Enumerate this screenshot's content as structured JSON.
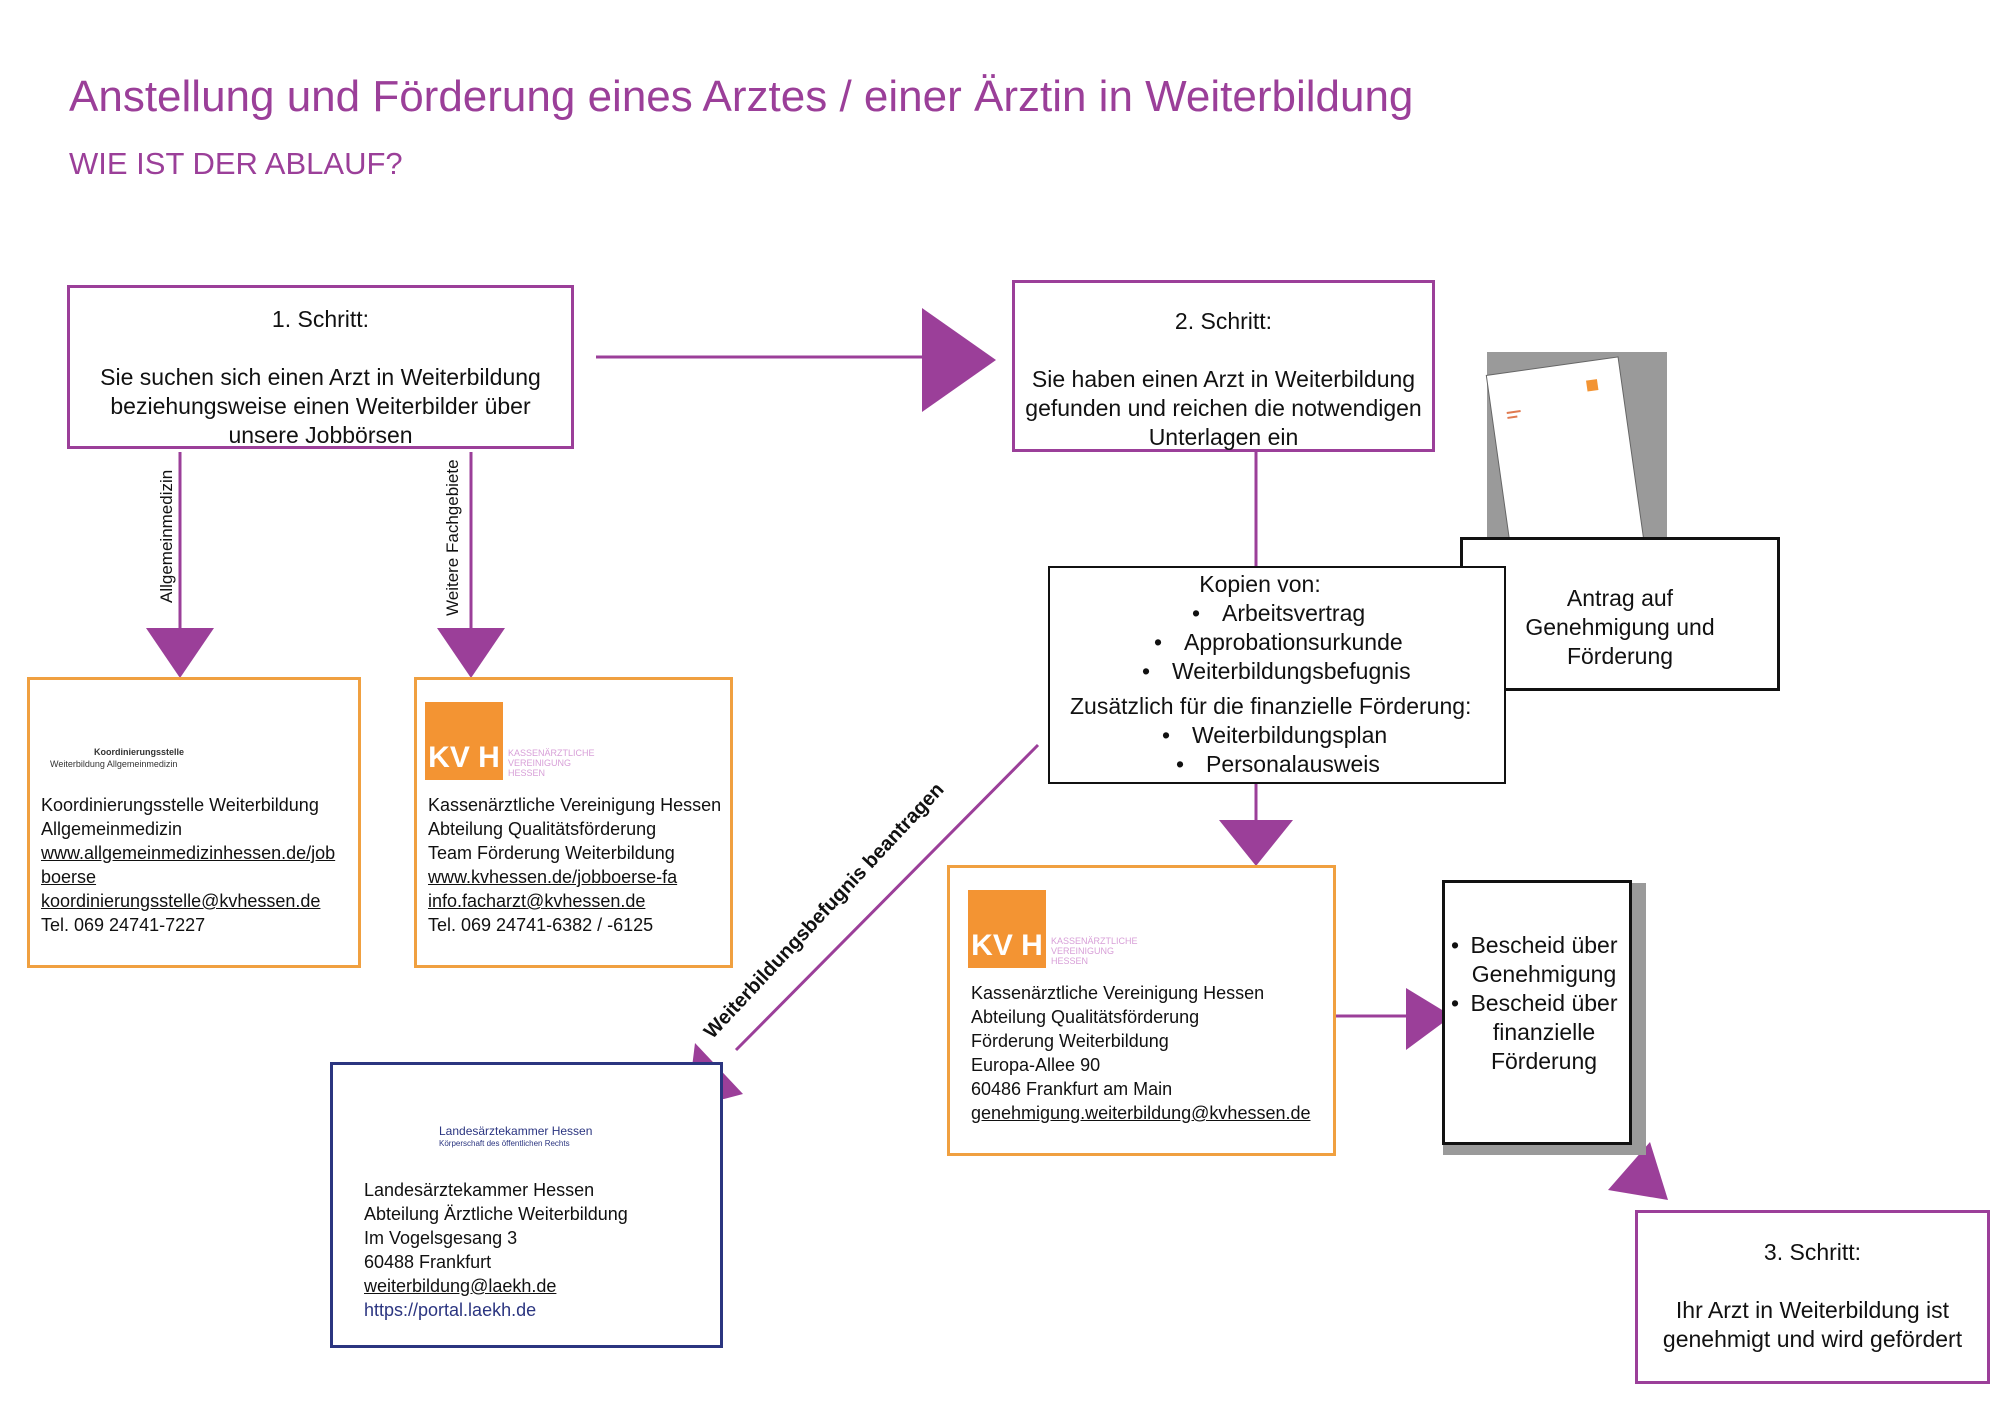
{
  "header": {
    "title": "Anstellung und Förderung eines Arztes / einer Ärztin in Weiterbildung",
    "subtitle": "WIE IST DER ABLAUF?"
  },
  "step1": {
    "heading": "1. Schritt:",
    "text": "Sie suchen sich einen Arzt in Weiterbildung beziehungsweise einen Weiterbilder über unsere Jobbörsen"
  },
  "step2": {
    "heading": "2. Schritt:",
    "text": "Sie haben einen Arzt in Weiterbildung gefunden und reichen die notwendigen Unterlagen ein"
  },
  "step3": {
    "heading": "3. Schritt:",
    "text": "Ihr Arzt in Weiterbildung ist genehmigt und wird gefördert"
  },
  "arrow_labels": {
    "left": "Allgemeinmedizin",
    "right": "Weitere Fachgebiete",
    "diagonal": "Weiterbildungsbefugnis beantragen"
  },
  "koordinierung": {
    "logo_line1": "Koordinierungsstelle",
    "logo_line2": "Weiterbildung Allgemeinmedizin",
    "line1": "Koordinierungsstelle Weiterbildung",
    "line2": "Allgemeinmedizin",
    "link1": "www.allgemeinmedizinhessen.de/job",
    "link2": "boerse",
    "email": "koordinierungsstelle@kvhessen.de",
    "phone": "Tel. 069 24741-7227"
  },
  "kvh1": {
    "logo": "KV H",
    "logo_text": [
      "KASSENÄRZTLICHE",
      "VEREINIGUNG",
      "HESSEN"
    ],
    "line1": "Kassenärztliche Vereinigung Hessen",
    "line2": "Abteilung Qualitätsförderung",
    "line3": "Team Förderung Weiterbildung",
    "link": "www.kvhessen.de/jobboerse-fa",
    "email": "info.facharzt@kvhessen.de",
    "phone": "Tel. 069 24741-6382  /  -6125"
  },
  "copies": {
    "heading": "Kopien von:",
    "items": [
      "Arbeitsvertrag",
      "Approbationsurkunde",
      "Weiterbildungsbefugnis"
    ],
    "extra_heading": "Zusätzlich für die finanzielle Förderung:",
    "extra_items": [
      "Weiterbildungsplan",
      "Personalausweis"
    ],
    "bullet": "•"
  },
  "antrag": {
    "text": "Antrag auf Genehmigung und Förderung"
  },
  "kvh2": {
    "logo": "KV H",
    "logo_text": [
      "KASSENÄRZTLICHE",
      "VEREINIGUNG",
      "HESSEN"
    ],
    "line1": "Kassenärztliche Vereinigung Hessen",
    "line2": "Abteilung Qualitätsförderung",
    "line3": "Förderung Weiterbildung",
    "line4": "Europa-Allee 90",
    "line5": "60486 Frankfurt am Main",
    "email": "genehmigung.weiterbildung@kvhessen.de"
  },
  "bescheid": {
    "items": [
      "Bescheid über Genehmigung",
      "Bescheid über finanzielle Förderung"
    ],
    "bullet": "•"
  },
  "laekh": {
    "logo_line1": "Landesärztekammer Hessen",
    "logo_line2": "Körperschaft des öffentlichen Rechts",
    "line1": "Landesärztekammer Hessen",
    "line2": "Abteilung Ärztliche Weiterbildung",
    "line3": "Im Vogelsgesang 3",
    "line4": "60488 Frankfurt",
    "email": "weiterbildung@laekh.de",
    "link": "https://portal.laekh.de"
  },
  "colors": {
    "purple": "#9b3f99",
    "orange": "#f0a040",
    "navy": "#2b3580",
    "black": "#111111",
    "gray": "#9a9a9a"
  }
}
